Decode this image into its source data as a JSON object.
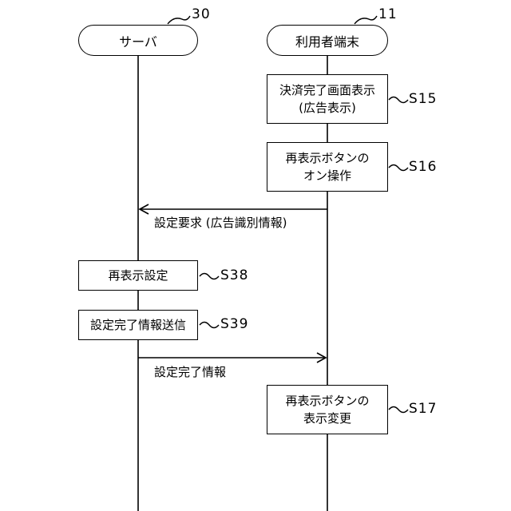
{
  "actors": {
    "server": {
      "label": "サーバ",
      "ref": "30"
    },
    "user_terminal": {
      "label": "利用者端末",
      "ref": "11"
    }
  },
  "steps": {
    "s15": {
      "line1": "決済完了画面表示",
      "line2": "(広告表示)",
      "ref": "S15"
    },
    "s16": {
      "line1": "再表示ボタンの",
      "line2": "オン操作",
      "ref": "S16"
    },
    "s38": {
      "line1": "再表示設定",
      "ref": "S38"
    },
    "s39": {
      "line1": "設定完了情報送信",
      "ref": "S39"
    },
    "s17": {
      "line1": "再表示ボタンの",
      "line2": "表示変更",
      "ref": "S17"
    }
  },
  "messages": {
    "request": "設定要求 (広告識別情報)",
    "complete": "設定完了情報"
  }
}
